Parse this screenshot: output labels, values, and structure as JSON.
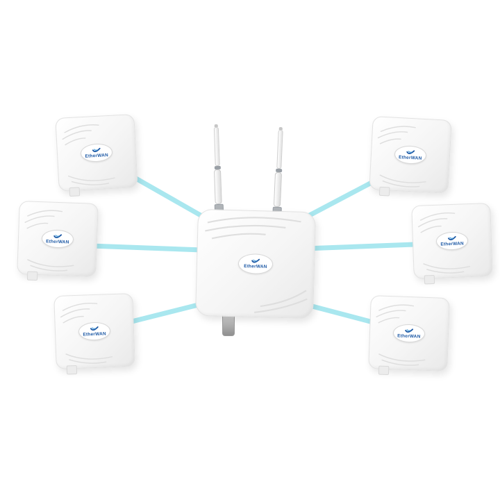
{
  "brand": {
    "name": "EtherWAN",
    "color": "#1d59a5",
    "accent_color": "#5aa9e0"
  },
  "diagram": {
    "background": "#ffffff",
    "link_color": "#a9e7ef",
    "central_node": "wireless-access-point-dual-antenna",
    "satellite_nodes": [
      "wireless-ap-left-top",
      "wireless-ap-left-middle",
      "wireless-ap-left-bottom",
      "wireless-ap-right-top",
      "wireless-ap-right-middle",
      "wireless-ap-right-bottom"
    ]
  }
}
